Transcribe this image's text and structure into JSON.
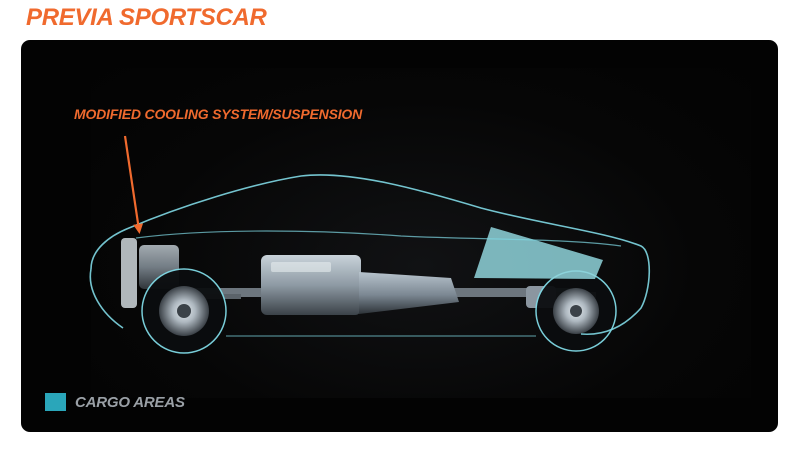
{
  "title": "PREVIA SPORTSCAR",
  "callout": {
    "label": "MODIFIED COOLING SYSTEM/SUSPENSION"
  },
  "legend": {
    "label": "CARGO AREAS"
  },
  "colors": {
    "accent_orange": "#F06A2E",
    "outline_cyan": "#7FD8E4",
    "cargo_teal": "#2AA6BA",
    "cargo_fill": "#8FD3DA",
    "panel_bg": "#030303",
    "legend_text": "#9AA0A6"
  }
}
